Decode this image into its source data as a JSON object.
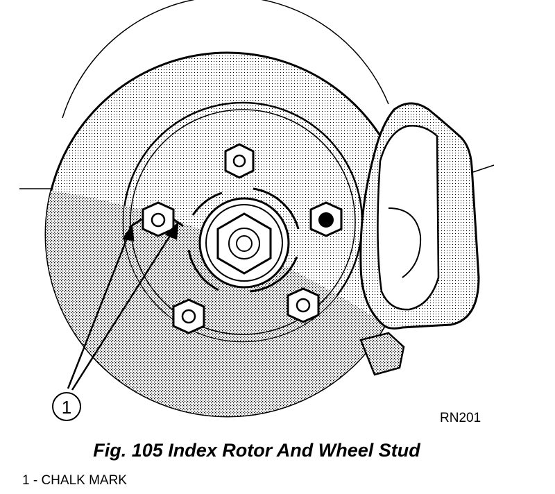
{
  "figure": {
    "callout_number": "1",
    "drawing_code": "RN201"
  },
  "caption": "Fig. 105 Index Rotor And Wheel Stud",
  "legend": [
    {
      "label": "1 - CHALK MARK"
    }
  ]
}
